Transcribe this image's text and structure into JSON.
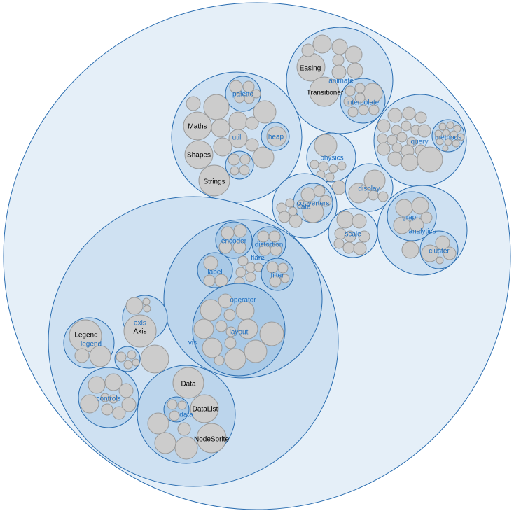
{
  "colors": {
    "root_fill": "#e5eff8",
    "pkg_fill_1": "#cfe1f2",
    "pkg_fill_2": "#bcd5ec",
    "pkg_fill_3": "#a9c9e6",
    "pkg_stroke": "#2a6db0",
    "leaf_fill": "#cccccc",
    "leaf_stroke": "#999999",
    "pkg_label": "#1f6fc0",
    "leaf_label": "#000000"
  },
  "labels": {
    "flare": "flare",
    "animate": "animate",
    "easing": "Easing",
    "transitioner": "Transitioner",
    "interpolate": "interpolate",
    "util": "util",
    "palette": "palette",
    "maths": "Maths",
    "shapes": "Shapes",
    "strings": "Strings",
    "heap": "heap",
    "query": "query",
    "methods": "methods",
    "physics": "physics",
    "display": "display",
    "data": "data",
    "converters": "converters",
    "scale": "scale",
    "analytics": "analytics",
    "graph": "graph",
    "cluster": "cluster",
    "vis": "vis",
    "encoder": "encoder",
    "distortion": "distortion",
    "label": "label",
    "filter": "filter",
    "operator": "operator",
    "layout": "layout",
    "axis": "axis",
    "axis_leaf": "Axis",
    "legend_leaf": "Legend",
    "legend": "legend",
    "controls": "controls",
    "data_leaf": "Data",
    "datalist": "DataList",
    "vis_data": "data",
    "nodesprite": "NodeSprite"
  }
}
